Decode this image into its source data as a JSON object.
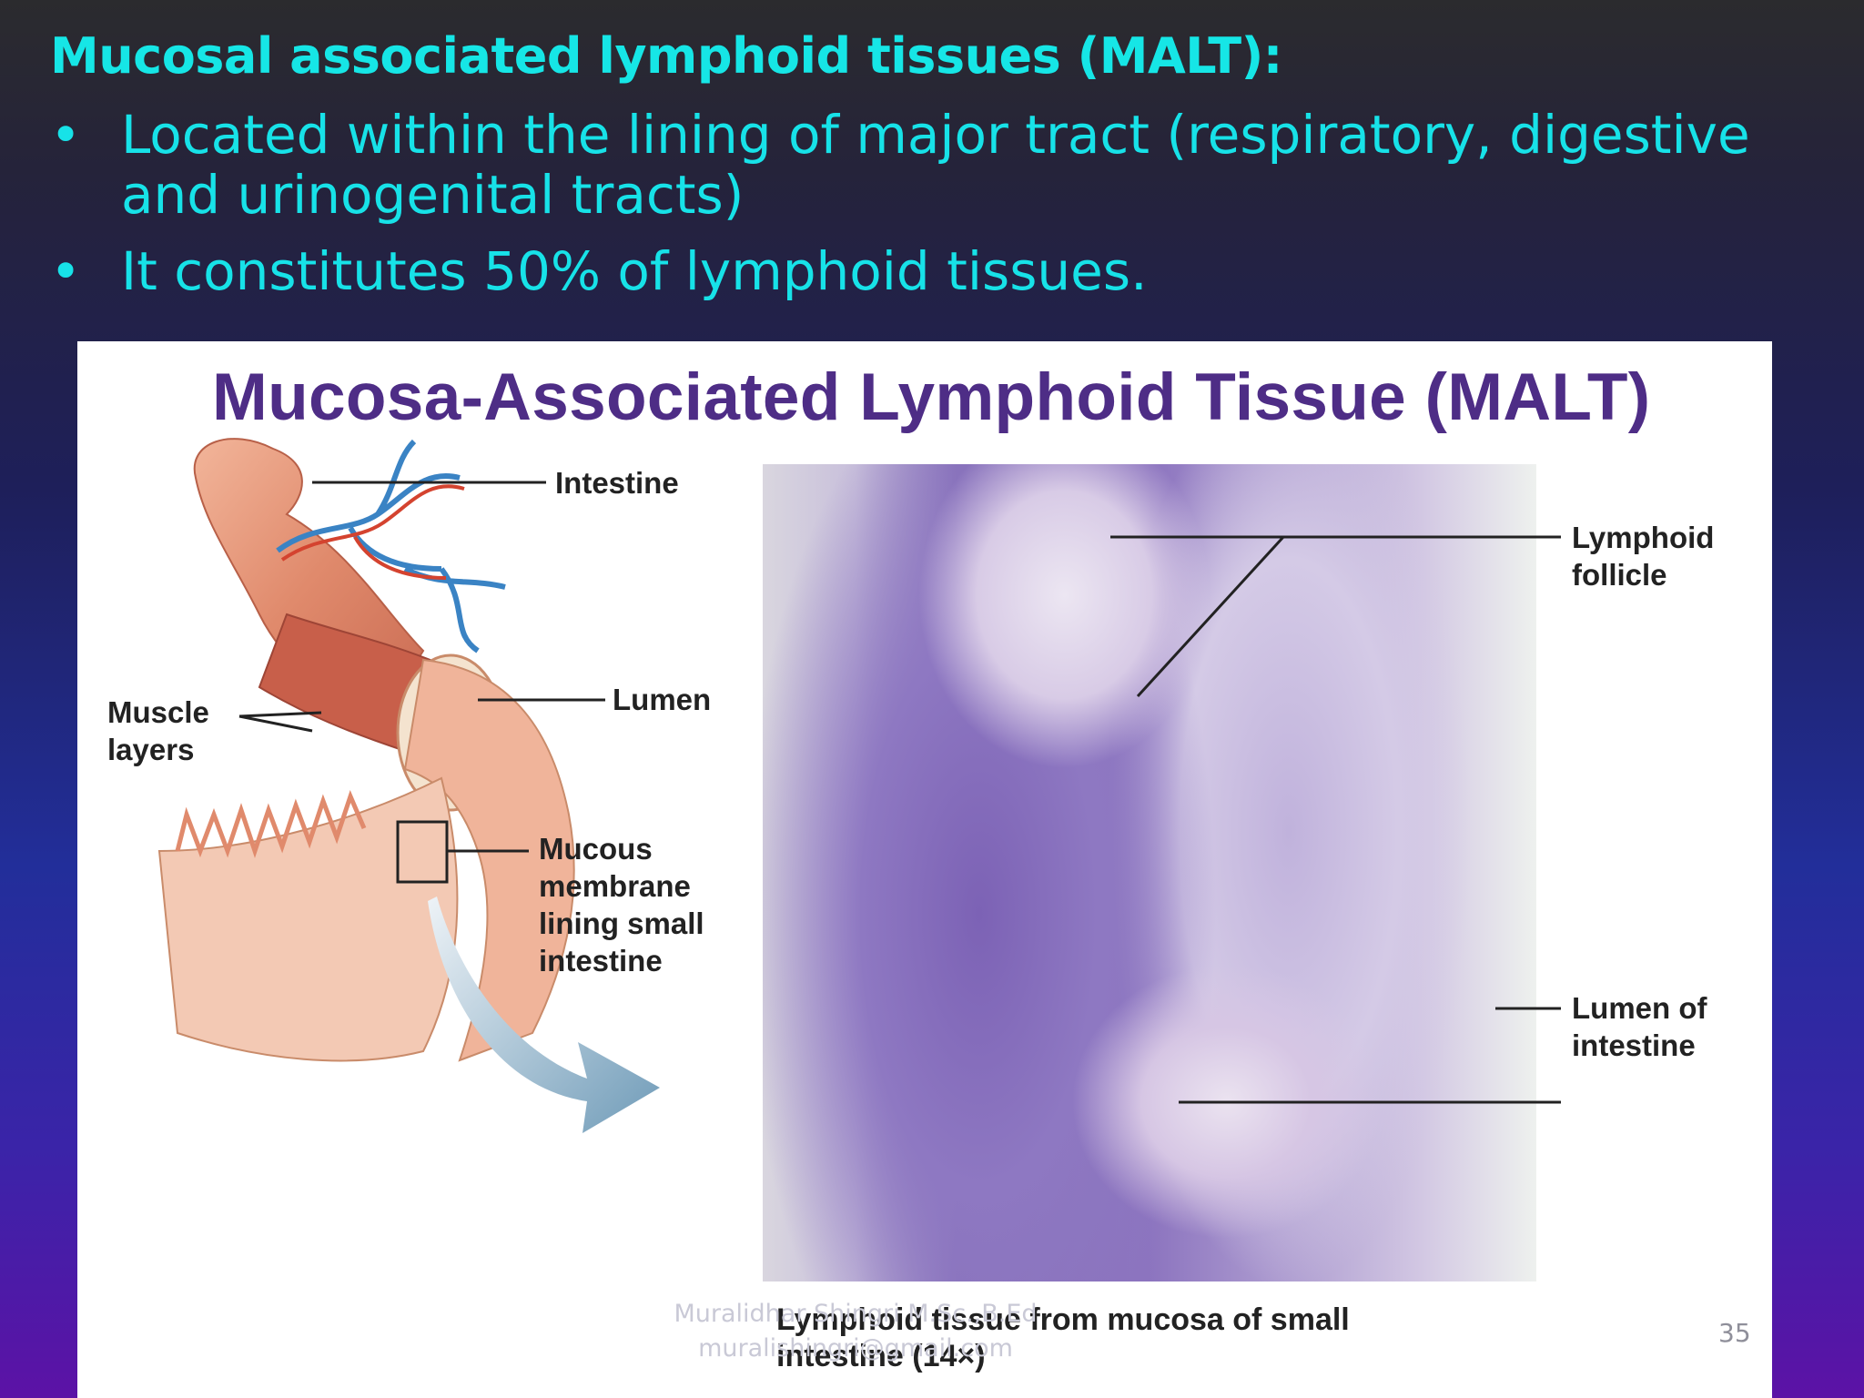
{
  "slide": {
    "title": "Mucosal associated lymphoid tissues (MALT):",
    "bullets": [
      {
        "marker": "•",
        "text": "Located within the lining of major tract (respiratory, digestive and urinogenital tracts)"
      },
      {
        "marker": "•",
        "text": "It constitutes 50% of lymphoid tissues."
      }
    ]
  },
  "figure": {
    "title": "Mucosa-Associated Lymphoid Tissue (MALT)",
    "labels": {
      "intestine": "Intestine",
      "muscle_layers": "Muscle\nlayers",
      "lumen": "Lumen",
      "mucous_membrane": "Mucous\nmembrane\nlining small\nintestine",
      "lymphoid_follicle": "Lymphoid\nfollicle",
      "lumen_of_intestine": "Lumen of\nintestine"
    },
    "caption": "Lymphoid tissue from mucosa of small\nintestine (14×)"
  },
  "footer": {
    "author": "Muralidhar Shingri M.Sc.,B.Ed",
    "email": "muralishingri@gmail.com",
    "page_number": "35"
  }
}
